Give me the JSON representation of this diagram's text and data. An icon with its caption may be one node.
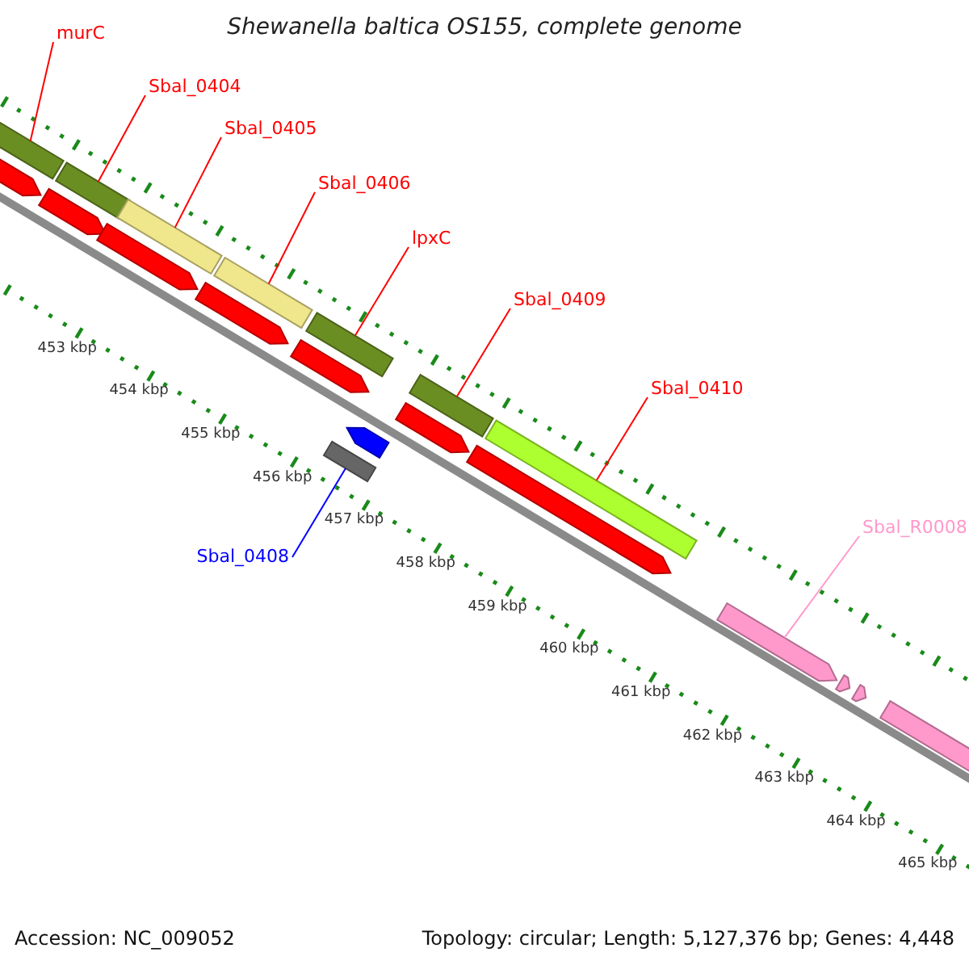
{
  "diagram": {
    "title": "Shewanella baltica OS155, complete genome",
    "nodes": [
      {
        "text": [
          "murC"
        ]
      },
      {
        "text": [
          "Sbal_0404"
        ]
      },
      {
        "text": [
          "Sbal_0405"
        ]
      },
      {
        "text": [
          "Sbal_0406"
        ]
      },
      {
        "text": [
          "lpxC"
        ]
      },
      {
        "text": [
          "Sbal_0409"
        ]
      },
      {
        "text": [
          "Sbal_0410"
        ]
      },
      {
        "text": [
          "Sbal_R0008"
        ]
      },
      {
        "text": [
          "Sbal_0408"
        ]
      },
      {
        "text": [],
        "shape": "bar"
      },
      {
        "text": [],
        "shape": "bar"
      },
      {
        "text": [],
        "shape": "bar"
      },
      {
        "text": [],
        "shape": "bar"
      },
      {
        "text": [],
        "shape": "bar"
      },
      {
        "text": [],
        "shape": "bar"
      },
      {
        "text": [],
        "shape": "bar"
      },
      {
        "text": [],
        "shape": "arrow"
      },
      {
        "text": [],
        "shape": "bar"
      },
      {
        "text": [],
        "shape": "arrow"
      },
      {
        "text": [],
        "shape": "arrow"
      },
      {
        "text": [],
        "shape": "arrow"
      },
      {
        "text": [],
        "shape": "arrow"
      },
      {
        "text": [],
        "shape": "arrow"
      },
      {
        "text": [],
        "shape": "arrow"
      },
      {
        "text": [],
        "shape": "arrow"
      },
      {
        "text": [],
        "shape": "arrow"
      },
      {
        "text": [],
        "shape": "arrow"
      },
      {
        "text": [],
        "shape": "arrow"
      },
      {
        "text": [],
        "shape": "arrow"
      }
    ],
    "edges": [
      {
        "from": 0,
        "to": 9,
        "arrow": "none"
      },
      {
        "from": 1,
        "to": 10,
        "arrow": "none"
      },
      {
        "from": 2,
        "to": 11,
        "arrow": "none"
      },
      {
        "from": 3,
        "to": 12,
        "arrow": "none"
      },
      {
        "from": 4,
        "to": 13,
        "arrow": "none"
      },
      {
        "from": 5,
        "to": 14,
        "arrow": "none"
      },
      {
        "from": 6,
        "to": 15,
        "arrow": "none"
      },
      {
        "from": 7,
        "to": 16,
        "arrow": "none",
        "color": "#ff99cc"
      },
      {
        "from": 8,
        "to": 17,
        "arrow": "none",
        "color": "#0000ff"
      }
    ],
    "labels": [
      "453 kbp",
      "454 kbp",
      "455 kbp",
      "456 kbp",
      "457 kbp",
      "458 kbp",
      "459 kbp",
      "460 kbp",
      "461 kbp",
      "462 kbp",
      "463 kbp",
      "464 kbp",
      "465 kbp",
      "Accession: NC_009052",
      "Topology: circular; Length: 5,127,376 bp; Genes: 4,448"
    ]
  }
}
